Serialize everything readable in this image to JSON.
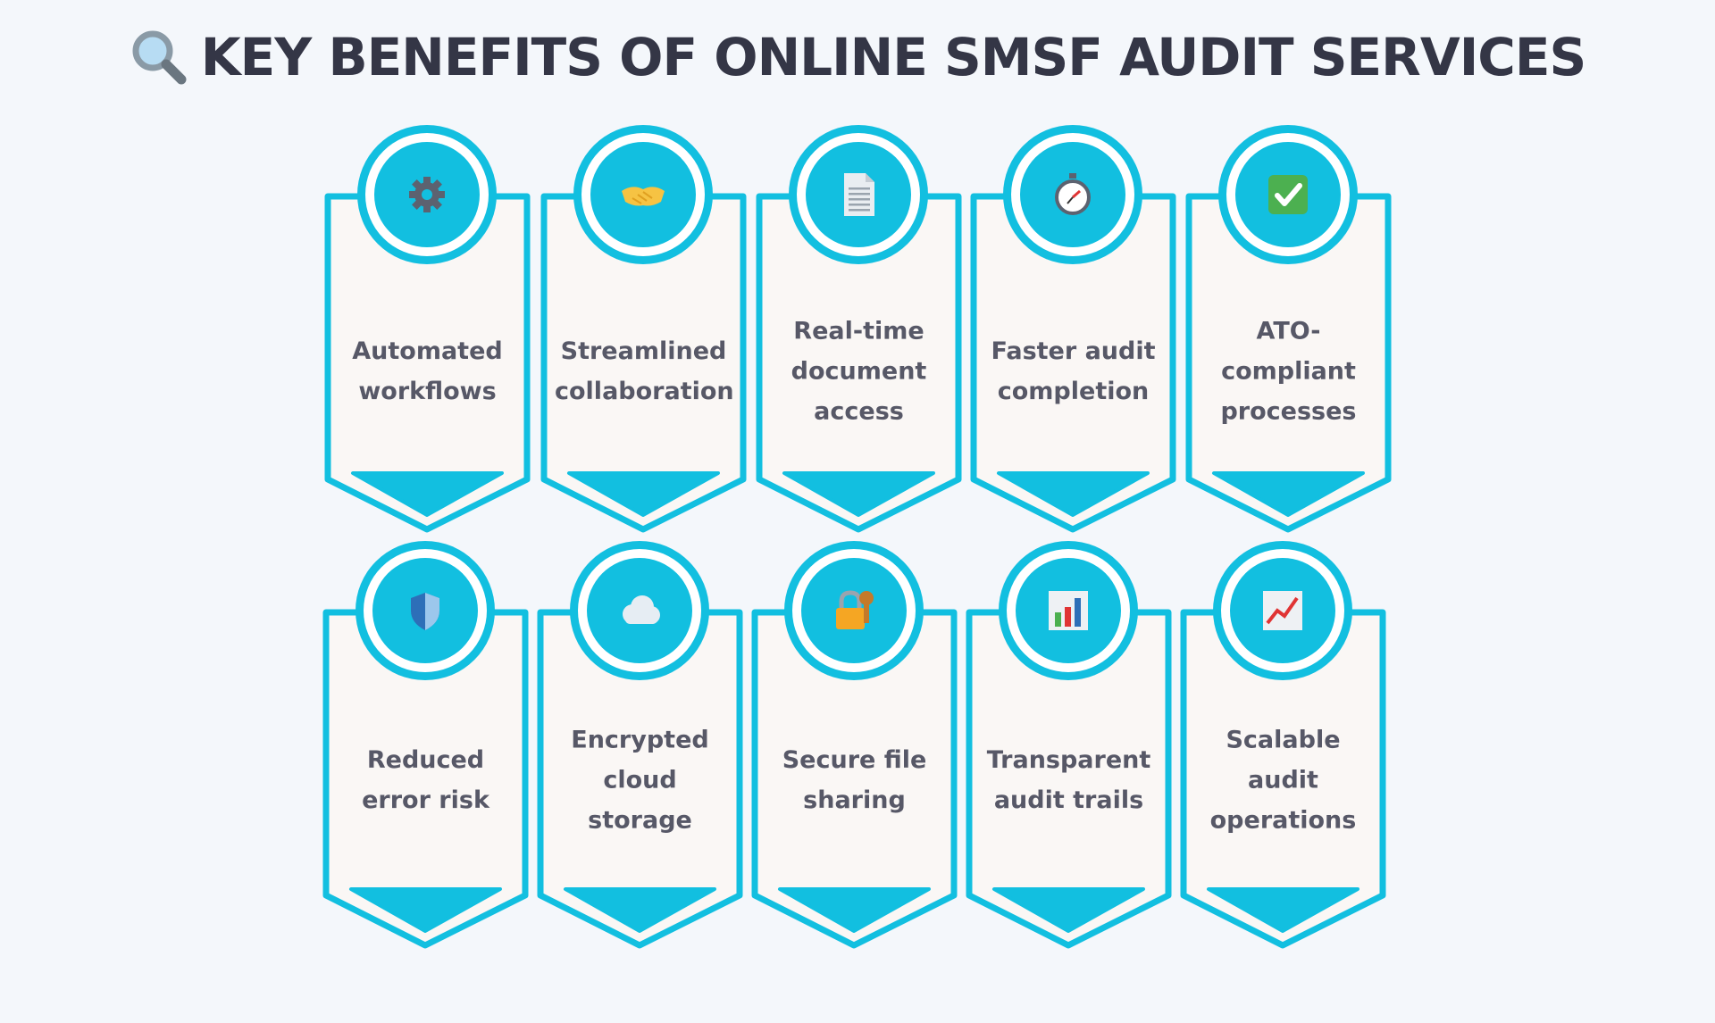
{
  "title": {
    "icon": "magnifier-icon",
    "text": "KEY BENEFITS OF ONLINE SMSF AUDIT SERVICES"
  },
  "colors": {
    "accent": "#12bfe0",
    "card_bg": "#faf7f5",
    "text": "#575867",
    "title": "#343646"
  },
  "rows": [
    [
      {
        "icon": "gear-icon",
        "lines": [
          "Automated",
          "workflows"
        ]
      },
      {
        "icon": "handshake-icon",
        "lines": [
          "Streamlined",
          "collaboration"
        ]
      },
      {
        "icon": "document-icon",
        "lines": [
          "Real-time",
          "document",
          "access"
        ]
      },
      {
        "icon": "stopwatch-icon",
        "lines": [
          "Faster audit",
          "completion"
        ]
      },
      {
        "icon": "check-box-icon",
        "lines": [
          "ATO-",
          "compliant",
          "processes"
        ]
      }
    ],
    [
      {
        "icon": "shield-icon",
        "lines": [
          "Reduced",
          "error risk"
        ]
      },
      {
        "icon": "cloud-icon",
        "lines": [
          "Encrypted",
          "cloud",
          "storage"
        ]
      },
      {
        "icon": "lock-key-icon",
        "lines": [
          "Secure file",
          "sharing"
        ]
      },
      {
        "icon": "bar-chart-icon",
        "lines": [
          "Transparent",
          "audit trails"
        ]
      },
      {
        "icon": "trending-chart-icon",
        "lines": [
          "Scalable",
          "audit",
          "operations"
        ]
      }
    ]
  ]
}
